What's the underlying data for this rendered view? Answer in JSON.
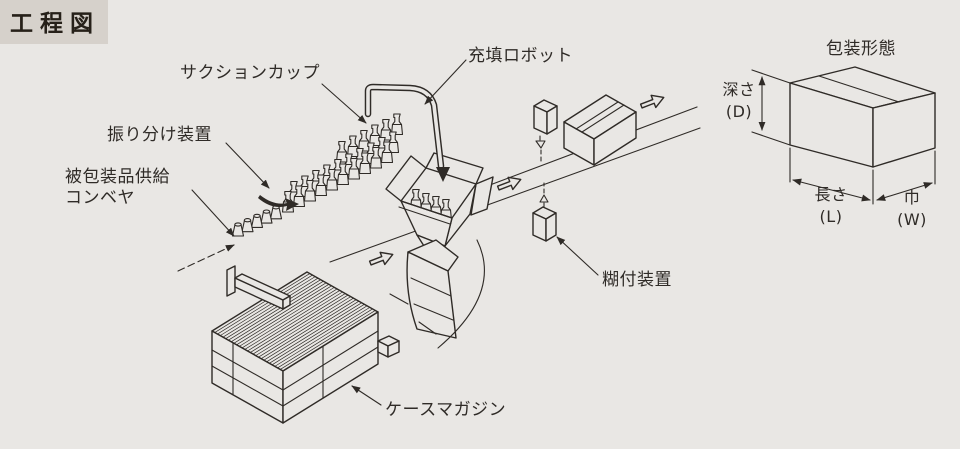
{
  "page": {
    "title": "工程図"
  },
  "diagram": {
    "labels": {
      "suction_cup": "サクションカップ",
      "filling_robot": "充填ロボット",
      "sorting_device": "振り分け装置",
      "supply_conveyor": [
        "被包装品供給",
        "コンベヤ"
      ],
      "gluing_device": "糊付装置",
      "case_magazine": "ケースマガジン"
    },
    "package_figure": {
      "title": "包装形態",
      "depth": [
        "深さ",
        "(D)"
      ],
      "length": [
        "長さ",
        "(L)"
      ],
      "width": [
        "巾",
        "(W)"
      ]
    }
  },
  "colors": {
    "background": "#e9e7e4",
    "title_background": "#d6d1cb",
    "ink": "#2f2b27"
  }
}
